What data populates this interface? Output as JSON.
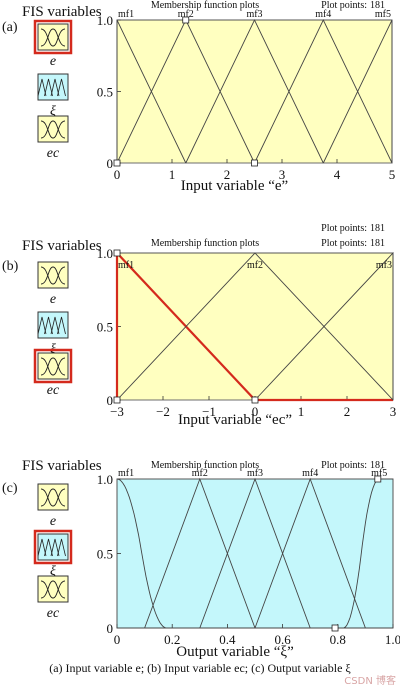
{
  "caption": "(a) Input variable e; (b) Input variable ec; (c) Output variable ξ",
  "watermark": "CSDN 博客",
  "colors": {
    "yellow_bg": "#ffffc0",
    "cyan_bg": "#c4f7fb",
    "highlight": "#d42a1d",
    "line": "#444444"
  },
  "panels": [
    {
      "label": "(a)",
      "fis_title": "FIS variables",
      "plot_title": "Membership function plots",
      "plot_points": [
        "Plot points:",
        "181"
      ],
      "variables": [
        {
          "name": "e",
          "color": "yellow",
          "selected": true,
          "icon": "membership-function-icon"
        },
        {
          "name": "ξ",
          "color": "cyan",
          "selected": false,
          "icon": "membership-function-icon"
        },
        {
          "name": "ec",
          "color": "yellow",
          "selected": false,
          "icon": "membership-function-icon"
        }
      ]
    },
    {
      "label": "(b)",
      "fis_title": "FIS variables",
      "plot_title": "Membership function plots",
      "plot_points": [
        "Plot points:",
        "181",
        "Plot points:",
        "181"
      ],
      "variables": [
        {
          "name": "e",
          "color": "yellow",
          "selected": false,
          "icon": "membership-function-icon"
        },
        {
          "name": "ξ",
          "color": "cyan",
          "selected": false,
          "icon": "membership-function-icon"
        },
        {
          "name": "ec",
          "color": "yellow",
          "selected": true,
          "icon": "membership-function-icon"
        }
      ]
    },
    {
      "label": "(c)",
      "fis_title": "FIS variables",
      "plot_title": "Membership function plots",
      "plot_points": [
        "Plot points:",
        "181"
      ],
      "variables": [
        {
          "name": "e",
          "color": "yellow",
          "selected": false,
          "icon": "membership-function-icon"
        },
        {
          "name": "ξ",
          "color": "cyan",
          "selected": true,
          "icon": "membership-function-icon"
        },
        {
          "name": "ec",
          "color": "yellow",
          "selected": false,
          "icon": "membership-function-icon"
        }
      ]
    }
  ],
  "chart_data": [
    {
      "type": "line",
      "xlabel": "Input variable “e”",
      "ylabel": "",
      "xlim": [
        0,
        5
      ],
      "ylim": [
        0,
        1
      ],
      "xticks": [
        0,
        1,
        2,
        3,
        4,
        5
      ],
      "yticks": [
        0,
        0.5,
        1.0
      ],
      "ytick_labels": [
        "0",
        "0.5",
        "1.0"
      ],
      "background": "yellow",
      "series": [
        {
          "name": "mf1",
          "x": [
            0,
            0,
            1.25
          ],
          "y": [
            0,
            1,
            0
          ],
          "highlight": false
        },
        {
          "name": "mf2",
          "x": [
            0,
            1.25,
            2.5
          ],
          "y": [
            0,
            1,
            0
          ],
          "highlight": false
        },
        {
          "name": "mf3",
          "x": [
            1.25,
            2.5,
            3.75
          ],
          "y": [
            0,
            1,
            0
          ],
          "highlight": false
        },
        {
          "name": "mf4",
          "x": [
            2.5,
            3.75,
            5
          ],
          "y": [
            0,
            1,
            0
          ],
          "highlight": false
        },
        {
          "name": "mf5",
          "x": [
            3.75,
            5,
            5
          ],
          "y": [
            0,
            1,
            0
          ],
          "highlight": false
        }
      ],
      "markers": [
        [
          1.25,
          1.0
        ],
        [
          0.0,
          0.0
        ],
        [
          2.5,
          0.0
        ]
      ]
    },
    {
      "type": "line",
      "xlabel": "Input variable “ec”",
      "ylabel": "",
      "xlim": [
        -3,
        3
      ],
      "ylim": [
        0,
        1
      ],
      "xticks": [
        -3,
        -2,
        -1,
        0,
        1,
        2,
        3
      ],
      "xtick_labels": [
        "−3",
        "−2",
        "−1",
        "0",
        "1",
        "2",
        "3"
      ],
      "yticks": [
        0,
        0.5,
        1.0
      ],
      "ytick_labels": [
        "0",
        "0.5",
        "1.0"
      ],
      "background": "yellow",
      "series": [
        {
          "name": "mf1",
          "x": [
            -3,
            -3,
            0,
            3
          ],
          "y": [
            0,
            1,
            0,
            0
          ],
          "highlight": true
        },
        {
          "name": "mf2",
          "x": [
            -3,
            0,
            3
          ],
          "y": [
            0,
            1,
            0
          ],
          "highlight": false
        },
        {
          "name": "mf3",
          "x": [
            0,
            3,
            3
          ],
          "y": [
            0,
            1,
            0
          ],
          "highlight": false
        }
      ],
      "markers": [
        [
          -3,
          1.0
        ],
        [
          -3,
          0.0
        ],
        [
          0,
          0.0
        ]
      ]
    },
    {
      "type": "line",
      "xlabel": "Output variable “ξ”",
      "ylabel": "",
      "xlim": [
        0,
        1
      ],
      "ylim": [
        0,
        1
      ],
      "xticks": [
        0,
        0.2,
        0.4,
        0.6,
        0.8,
        1.0
      ],
      "xtick_labels": [
        "0",
        "0.2",
        "0.4",
        "0.6",
        "0.8",
        "1.0"
      ],
      "yticks": [
        0,
        0.5,
        1.0
      ],
      "ytick_labels": [
        "0",
        "0.5",
        "1.0"
      ],
      "background": "cyan",
      "series": [
        {
          "name": "mf1",
          "shape": "zmf",
          "params": [
            0,
            0.18
          ],
          "highlight": false
        },
        {
          "name": "mf2",
          "x": [
            0.1,
            0.3,
            0.5
          ],
          "y": [
            0,
            1,
            0
          ],
          "highlight": false
        },
        {
          "name": "mf3",
          "x": [
            0.3,
            0.5,
            0.7
          ],
          "y": [
            0,
            1,
            0
          ],
          "highlight": false
        },
        {
          "name": "mf4",
          "x": [
            0.5,
            0.7,
            0.9
          ],
          "y": [
            0,
            1,
            0
          ],
          "highlight": false
        },
        {
          "name": "mf5",
          "shape": "smf",
          "params": [
            0.82,
            0.95
          ],
          "highlight": false
        }
      ],
      "markers": [
        [
          0.945,
          1.0
        ],
        [
          0.79,
          0.0
        ]
      ]
    }
  ]
}
